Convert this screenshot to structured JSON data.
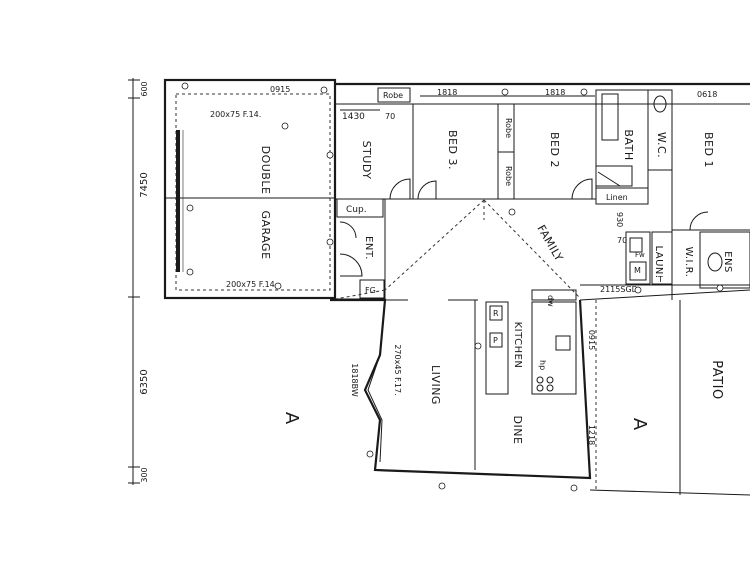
{
  "rooms": {
    "double": "DOUBLE",
    "garage": "GARAGE",
    "study": "STUDY",
    "bed3": "BED 3.",
    "bed2": "BED 2",
    "bath": "BATH",
    "wc": "W.C.",
    "bed1": "BED 1",
    "ent": "ENT.",
    "cup": "Cup.",
    "family": "FAMILY",
    "laun": "LAUN.",
    "wir": "W.I.R.",
    "ens": "ENS",
    "kitchen": "KITCHEN",
    "living": "LIVING",
    "dine": "DINE",
    "patio": "PATIO"
  },
  "fixtures": {
    "robe1": "Robe",
    "robe2": "Robe",
    "robe3": "Robe",
    "linen": "Linen",
    "fg": "FG",
    "r": "R",
    "p": "P",
    "dw": "dw",
    "hp": "hp",
    "m": "M",
    "t": "T",
    "fw": "Fw"
  },
  "notes": {
    "lintel_top": "200x75 F.14.",
    "lintel_bottom": "200x75 F.14.",
    "study_window": "1430",
    "study_70": "70",
    "fam_930": "930",
    "fam_70": "70",
    "win_0915_top": "0915",
    "win_1818_a": "1818",
    "win_1818_b": "1818",
    "win_0618": "0618",
    "win_2115": "2115SGD",
    "win_0915_right": "0915",
    "win_1218": "1218",
    "win_1818bw": "1818BW",
    "beam": "270x45 F.17."
  },
  "dimensions": {
    "d600": "600",
    "d7450": "7450",
    "d6350": "6350",
    "d300": "300"
  },
  "markers": {
    "section_left": "A",
    "section_right": "A"
  }
}
